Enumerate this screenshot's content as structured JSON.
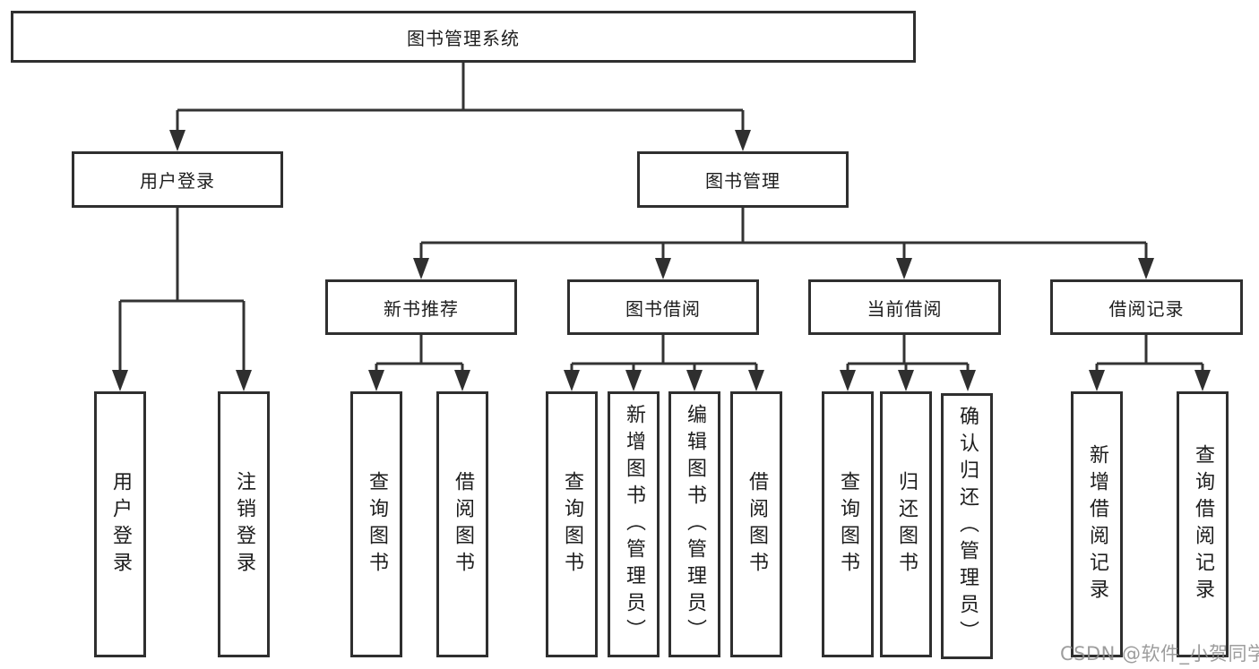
{
  "nodes": {
    "root": "图书管理系统",
    "l1_user_login": "用户登录",
    "l1_book_management": "图书管理",
    "l2_new_book_recommend": "新书推荐",
    "l2_book_borrow": "图书借阅",
    "l2_current_borrow": "当前借阅",
    "l2_borrow_record": "借阅记录",
    "leaf_user_login": "用户登录",
    "leaf_logout_login": "注销登录",
    "leaf_recommend_query_book": "查询图书",
    "leaf_recommend_borrow_book": "借阅图书",
    "leaf_borrow_query_book": "查询图书",
    "leaf_borrow_add_book_admin": "新增图书（管理员）",
    "leaf_borrow_edit_book_admin": "编辑图书（管理员）",
    "leaf_borrow_borrow_book": "借阅图书",
    "leaf_current_query_book": "查询图书",
    "leaf_current_return_book": "归还图书",
    "leaf_current_confirm_return_admin": "确认归还（管理员）",
    "leaf_record_add_record": "新增借阅记录",
    "leaf_record_query_record": "查询借阅记录"
  },
  "hierarchy": {
    "图书管理系统": {
      "用户登录": [
        "用户登录",
        "注销登录"
      ],
      "图书管理": {
        "新书推荐": [
          "查询图书",
          "借阅图书"
        ],
        "图书借阅": [
          "查询图书",
          "新增图书（管理员）",
          "编辑图书（管理员）",
          "借阅图书"
        ],
        "当前借阅": [
          "查询图书",
          "归还图书",
          "确认归还（管理员）"
        ],
        "借阅记录": [
          "新增借阅记录",
          "查询借阅记录"
        ]
      }
    }
  },
  "watermark": {
    "text": "CSDN @软件_小贺同学"
  },
  "colors": {
    "background": "#ffffff",
    "box_border": "#2f2f2f",
    "connector_line": "#333333",
    "text": "#1d1d1d",
    "watermark_text": "#8c8c8c"
  }
}
